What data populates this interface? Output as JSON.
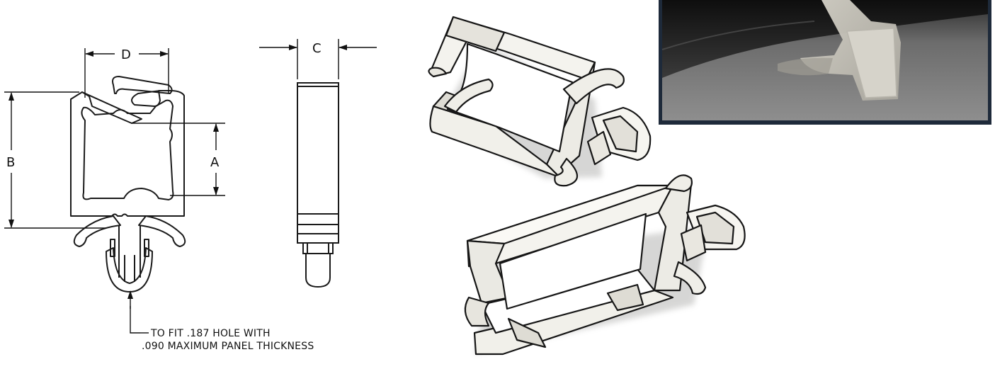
{
  "drawing": {
    "dimensions": {
      "a": "A",
      "b": "B",
      "c": "C",
      "d": "D"
    },
    "note": {
      "line1": "TO FIT .187 HOLE WITH",
      "line2": ".090 MAXIMUM PANEL THICKNESS"
    }
  },
  "colors": {
    "line": "#1a1a1a",
    "part_fill": "#f4f4f1",
    "part_shadow": "#c9c9c4",
    "photo_frame": "#1e2a3a"
  }
}
